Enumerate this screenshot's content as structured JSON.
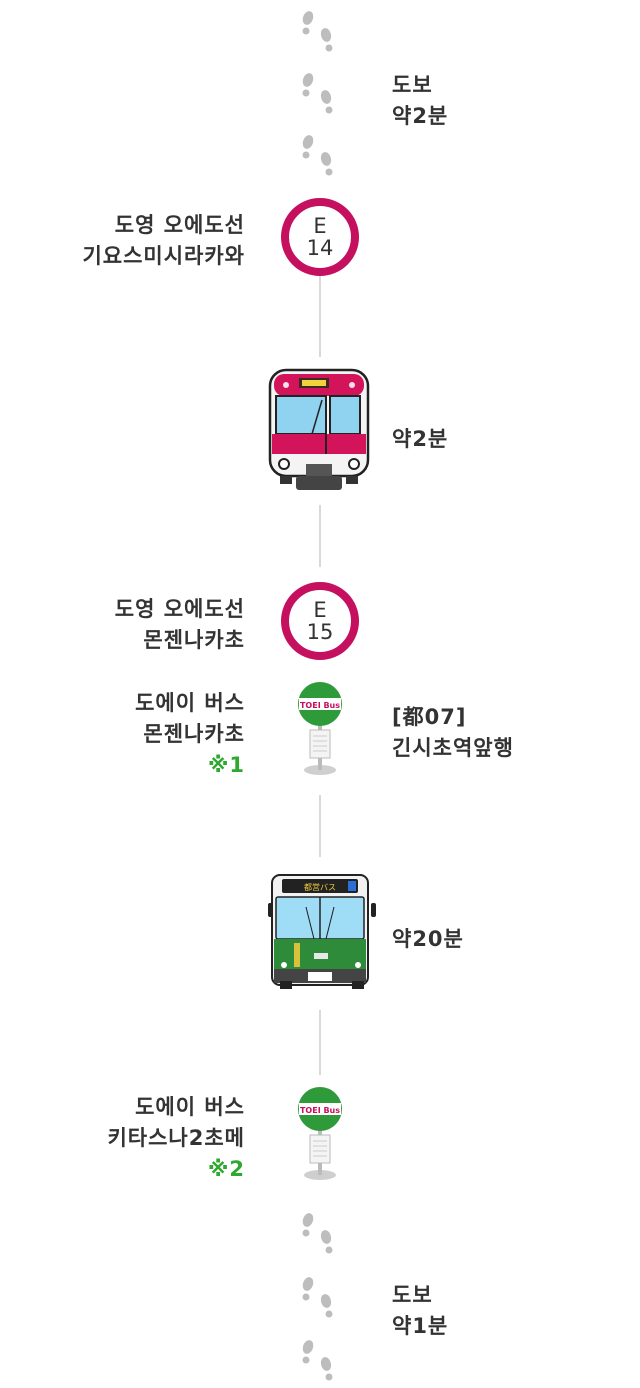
{
  "colors": {
    "line_oedo": "#c4105f",
    "bus_green": "#2e9a3a",
    "note_green": "#2ea82e",
    "connector": "#d9d9d9",
    "footprint": "#bdbdbd"
  },
  "walk_top": {
    "mode": "도보",
    "time": "약2분"
  },
  "station_e14": {
    "line": "도영 오에도선",
    "name": "기요스미시라카와",
    "code_letter": "E",
    "code_number": "14"
  },
  "train": {
    "time": "약2분"
  },
  "station_e15": {
    "line": "도영 오에도선",
    "name": "몬젠나카초",
    "code_letter": "E",
    "code_number": "15"
  },
  "bus_stop_1": {
    "operator": "도에이 버스",
    "name": "몬젠나카초",
    "note": "※1",
    "sign": "TOEI Bus",
    "route": "[都07]",
    "destination": "긴시초역앞행"
  },
  "bus": {
    "time": "약20분",
    "display": "都営バス"
  },
  "bus_stop_2": {
    "operator": "도에이 버스",
    "name": "키타스나2초메",
    "note": "※2",
    "sign": "TOEI Bus"
  },
  "walk_bottom": {
    "mode": "도보",
    "time": "약1분"
  },
  "icons": [
    "footprints-icon",
    "oedo-station-icon",
    "subway-train-icon",
    "bus-stop-icon",
    "bus-icon"
  ]
}
